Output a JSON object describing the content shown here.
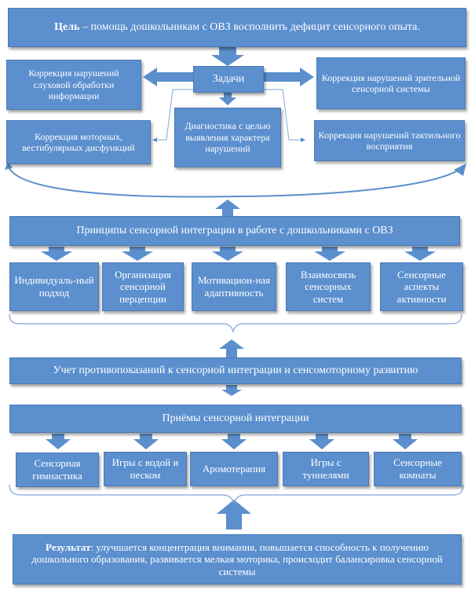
{
  "goal": {
    "label": "Цель",
    "text": " – помощь дошкольникам с ОВЗ восполнить дефицит сенсорного опыта."
  },
  "tasks": {
    "title": "Задачи",
    "items": [
      "Коррекция нарушений слуховой обработки информации",
      "Коррекция нарушений зрительной сенсорной системы",
      "Коррекция моторных, вестибулярных дисфункций",
      "Диагностика с целью выявления характера нарушений",
      "Коррекция нарушений тактильного восприятия"
    ]
  },
  "principles": {
    "title": "Принципы сенсорной интеграции в работе с дошкольниками с ОВЗ",
    "items": [
      "Индивидуаль-ный подход",
      "Организация сенсорной перцепции",
      "Мотивацион-ная адаптивность",
      "Взаимосвязь сенсорных систем",
      "Сенсорные аспекты активности"
    ]
  },
  "contraindications": "Учет противопоказаний к сенсорной интеграции и сенсомоторному развитию",
  "techniques": {
    "title": "Приёмы сенсорной интеграции",
    "items": [
      "Сенсорная гимнастика",
      "Игры с водой и песком",
      "Аромотерапия",
      "Игры с туннелями",
      "Сенсорные комнаты"
    ]
  },
  "result": {
    "label": "Результат",
    "text": ": улучшается концентрация внимания, повышается способность к получению дошкольного образования, развивается мелкая моторика, происходит балансировка сенсорной системы"
  },
  "colors": {
    "box_fill": "#5b8fce",
    "box_border": "#4a7ab5",
    "text": "#ffffff"
  }
}
